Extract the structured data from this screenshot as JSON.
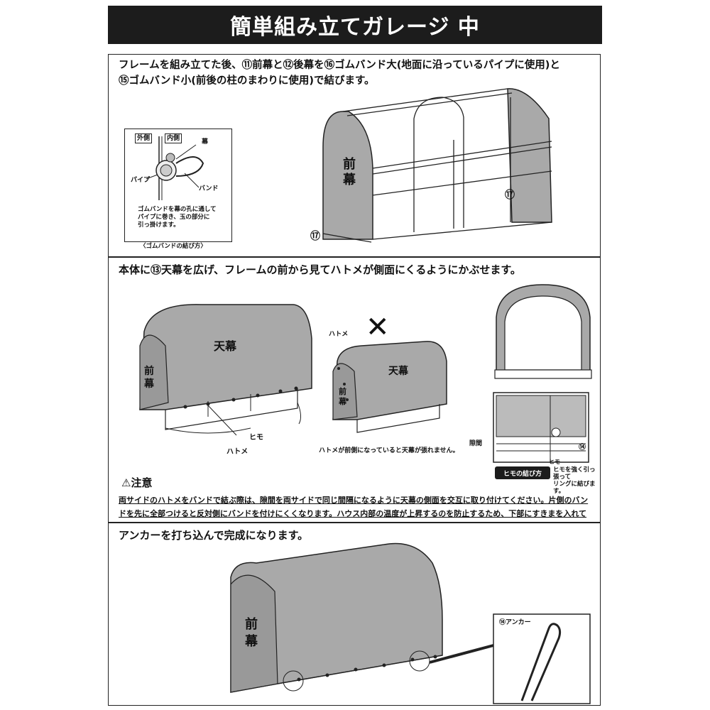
{
  "title": "簡単組み立てガレージ 中",
  "step1": {
    "instruction_line1": "フレームを組み立てた後、⑪前幕と⑫後幕を⑯ゴムバンド大(地面に沿っているパイプに使用)と",
    "instruction_line2": "⑮ゴムバンド小(前後の柱のまわりに使用)で結びます。",
    "inset": {
      "outer_label": "外側",
      "inner_label": "内側",
      "curtain_label": "幕",
      "pipe_label": "パイプ",
      "band_label": "バンド",
      "note": "ゴムバンドを幕の孔に通して\nパイプに巻き、玉の部分に\n引っ掛けます。",
      "caption": "〈ゴムバンドの結び方〉"
    },
    "front_curtain_label": "前幕",
    "callout_17a": "⑰",
    "callout_17b": "⑰"
  },
  "step2": {
    "instruction": "本体に⑬天幕を広げ、フレームの前から見てハトメが側面にくるようにかぶせます。",
    "left_figure": {
      "roof_label": "天幕",
      "front_label": "前幕",
      "string_label": "ヒモ",
      "grommet_label": "ハトメ"
    },
    "wrong_figure": {
      "mark": "✕",
      "grommet_label": "ハトメ",
      "roof_label": "天幕",
      "front_label": "前幕",
      "note": "ハトメが前側になっていると天幕が張れません。"
    },
    "detail": {
      "gap_label": "隙間",
      "string_label": "ヒモ",
      "callout_14": "⑭",
      "knot_title": "ヒモの結び方",
      "knot_note": "ヒモを強く引っ張って\nリングに結びます。"
    },
    "caution_title": "注意",
    "caution_text": "両サイドのハトメをバンドで結ぶ際は、隙間を両サイドで同じ間隔になるように天幕の側面を交互に取り付けてください。片側のバンドを先に全部つけると反対側にバンドを付けにくくなります。ハウス内部の温度が上昇するのを防止するため、下部にすきまを入れてあります。"
  },
  "step3": {
    "instruction": "アンカーを打ち込んで完成になります。",
    "front_label": "前幕",
    "anchor_label": "⑭アンカー"
  },
  "colors": {
    "title_bg": "#1c1c1c",
    "canvas_gray": "#a9a9a9",
    "line": "#222222"
  }
}
